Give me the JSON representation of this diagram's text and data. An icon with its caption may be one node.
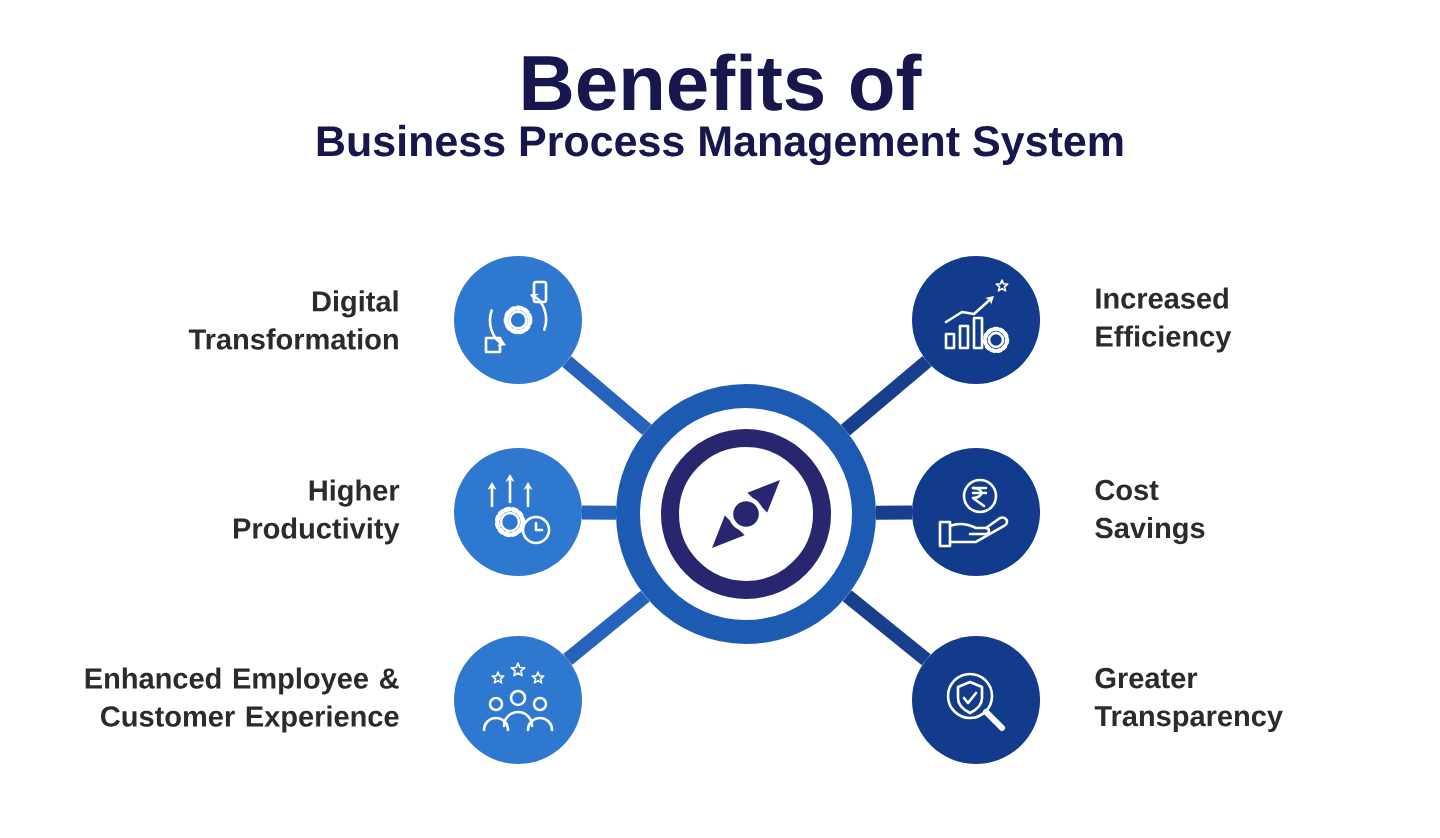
{
  "diagram": {
    "title": "Benefits of",
    "nodes": [
      {
        "text": [],
        "shape": "circle",
        "beside": [
          "Digital Transformation"
        ]
      },
      {
        "text": [],
        "shape": "circle",
        "beside": [
          "Increased Efficiency"
        ]
      },
      {
        "text": [],
        "shape": "circle",
        "beside": [
          "Higher Productivity"
        ]
      },
      {
        "text": [],
        "shape": "circle"
      },
      {
        "text": [],
        "shape": "circle",
        "beside": [
          "Cost Savings"
        ]
      },
      {
        "text": [],
        "shape": "circle",
        "beside": [
          "Enhanced Employee & Customer Experience"
        ]
      },
      {
        "text": [],
        "shape": "circle",
        "beside": [
          "Greater Transparency"
        ]
      }
    ],
    "edges": [
      {
        "from": 3,
        "to": 0,
        "arrow": "none",
        "color": "#2563bd"
      },
      {
        "from": 3,
        "to": 1,
        "arrow": "none"
      },
      {
        "from": 3,
        "to": 2,
        "arrow": "none",
        "color": "#2563bd"
      },
      {
        "from": 3,
        "to": 4,
        "arrow": "none"
      },
      {
        "from": 3,
        "to": 5,
        "arrow": "none",
        "color": "#2563bd"
      },
      {
        "from": 3,
        "to": 6,
        "arrow": "none"
      }
    ],
    "labels": [
      "Business Process Management System"
    ]
  }
}
